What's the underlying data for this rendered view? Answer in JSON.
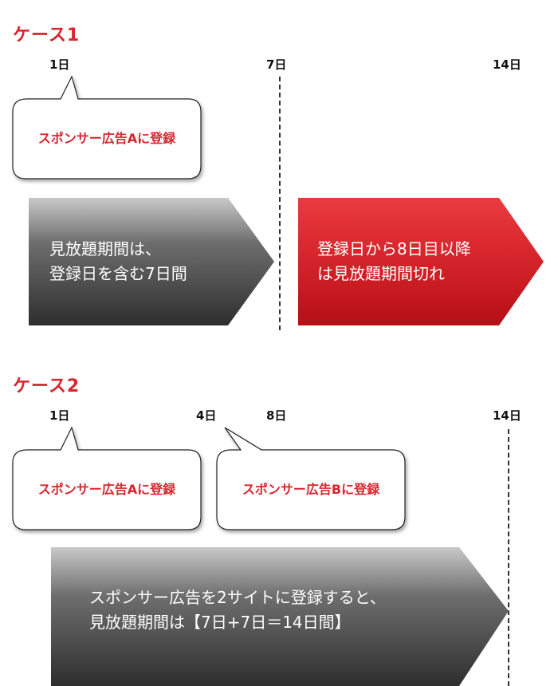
{
  "case1": {
    "title": "ケース1",
    "days": [
      "1日",
      "7日",
      "14日"
    ],
    "bubble": "スポンサー広告Aに登録",
    "gray_arrow": {
      "line1": "見放題期間は、",
      "line2": "登録日を含む7日間"
    },
    "red_arrow": {
      "line1": "登録日から8日目以降",
      "line2": "は見放題期間切れ"
    }
  },
  "case2": {
    "title": "ケース2",
    "days": [
      "1日",
      "4日",
      "8日",
      "14日"
    ],
    "bubble_a": "スポンサー広告Aに登録",
    "bubble_b": "スポンサー広告Bに登録",
    "gray_arrow": {
      "line1": "スポンサー広告を2サイトに登録すると、",
      "line2": "見放題期間は【7日+7日＝14日間】"
    }
  },
  "colors": {
    "accent": "#d6262f",
    "arrow_gray": "#555555",
    "arrow_red": "#d42a2f"
  }
}
